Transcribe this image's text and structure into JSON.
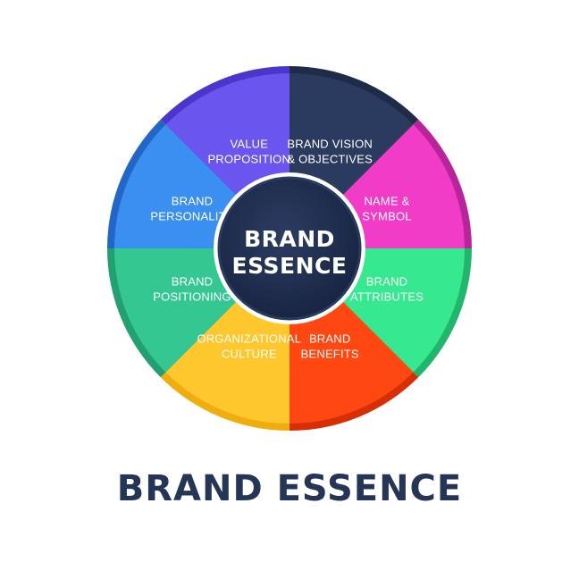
{
  "center": {
    "line1": "BRAND",
    "line2": "ESSENCE",
    "color": "#1e2b4a"
  },
  "segments": [
    {
      "lines": [
        "BRAND VISION",
        "& OBJECTIVES"
      ],
      "color": "#2b3b5f",
      "rim": "#1f2c48"
    },
    {
      "lines": [
        "NAME &",
        "SYMBOL"
      ],
      "color": "#f03cc6",
      "rim": "#b8259a"
    },
    {
      "lines": [
        "BRAND",
        "ATTRIBUTES"
      ],
      "color": "#36e88f",
      "rim": "#22b56c"
    },
    {
      "lines": [
        "BRAND",
        "BENEFITS"
      ],
      "color": "#ff4712",
      "rim": "#d62f05"
    },
    {
      "lines": [
        "ORGANIZATIONAL",
        "CULTURE"
      ],
      "color": "#ffc72e",
      "rim": "#f0ad0e"
    },
    {
      "lines": [
        "BRAND",
        "POSITIONING"
      ],
      "color": "#35c792",
      "rim": "#23a072"
    },
    {
      "lines": [
        "BRAND",
        "PERSONALITY"
      ],
      "color": "#3a8ff0",
      "rim": "#2267c8"
    },
    {
      "lines": [
        "VALUE",
        "PROPOSITION"
      ],
      "color": "#6a55ef",
      "rim": "#4a36cc"
    }
  ],
  "footer": {
    "title": "BRAND ESSENCE"
  }
}
